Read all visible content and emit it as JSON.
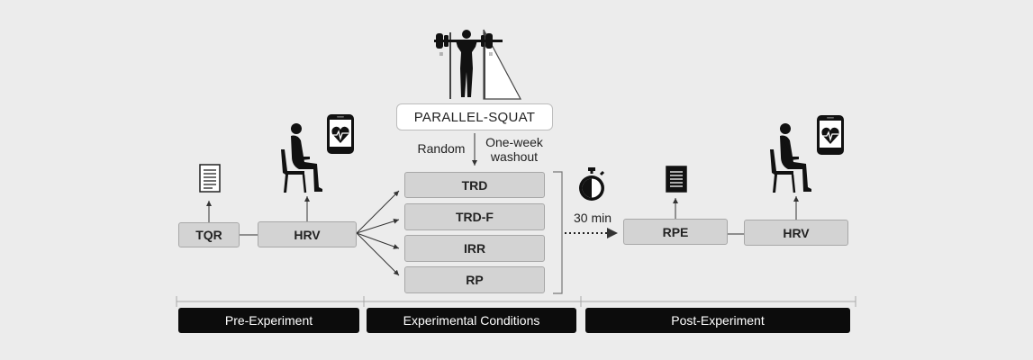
{
  "nodes": {
    "tqr": "TQR",
    "hrv_pre": "HRV",
    "parallel_squat": "PARALLEL-SQUAT",
    "trd": "TRD",
    "trd_f": "TRD-F",
    "irr": "IRR",
    "rp": "RP",
    "rpe": "RPE",
    "hrv_post": "HRV"
  },
  "labels": {
    "random": "Random",
    "washout": "One-week\nwashout",
    "time": "30 min"
  },
  "phases": {
    "pre": "Pre-Experiment",
    "experimental": "Experimental Conditions",
    "post": "Post-Experiment"
  },
  "icons": {
    "questionnaire": "document-icon",
    "seated_person": "seated-person-icon",
    "phone": "smartphone-heart-icon",
    "squat": "barbell-squat-icon",
    "stopwatch": "stopwatch-icon"
  }
}
